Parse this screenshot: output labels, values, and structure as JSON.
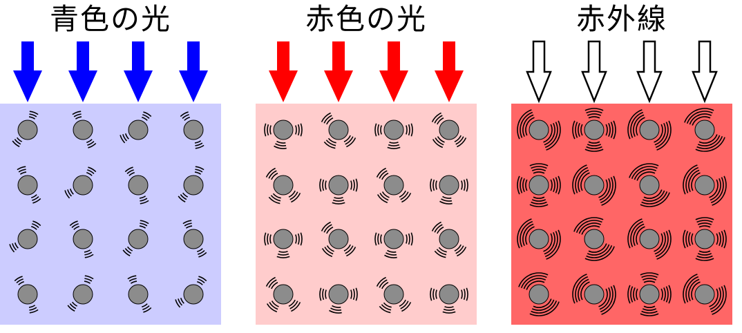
{
  "panels": [
    {
      "title": "青色の光",
      "arrow_style": "filled",
      "arrow_color": "#0000ff",
      "background": "#ccccff",
      "vibration_level": 1
    },
    {
      "title": "赤色の光",
      "arrow_style": "filled",
      "arrow_color": "#ff0000",
      "background": "#ffcccc",
      "vibration_level": 2
    },
    {
      "title": "赤外線",
      "arrow_style": "outline",
      "arrow_color": "#ffffff",
      "background": "#ff6666",
      "vibration_level": 3
    }
  ],
  "grid": {
    "rows": 4,
    "cols": 4
  },
  "molecule_color": "#8c8c8c"
}
